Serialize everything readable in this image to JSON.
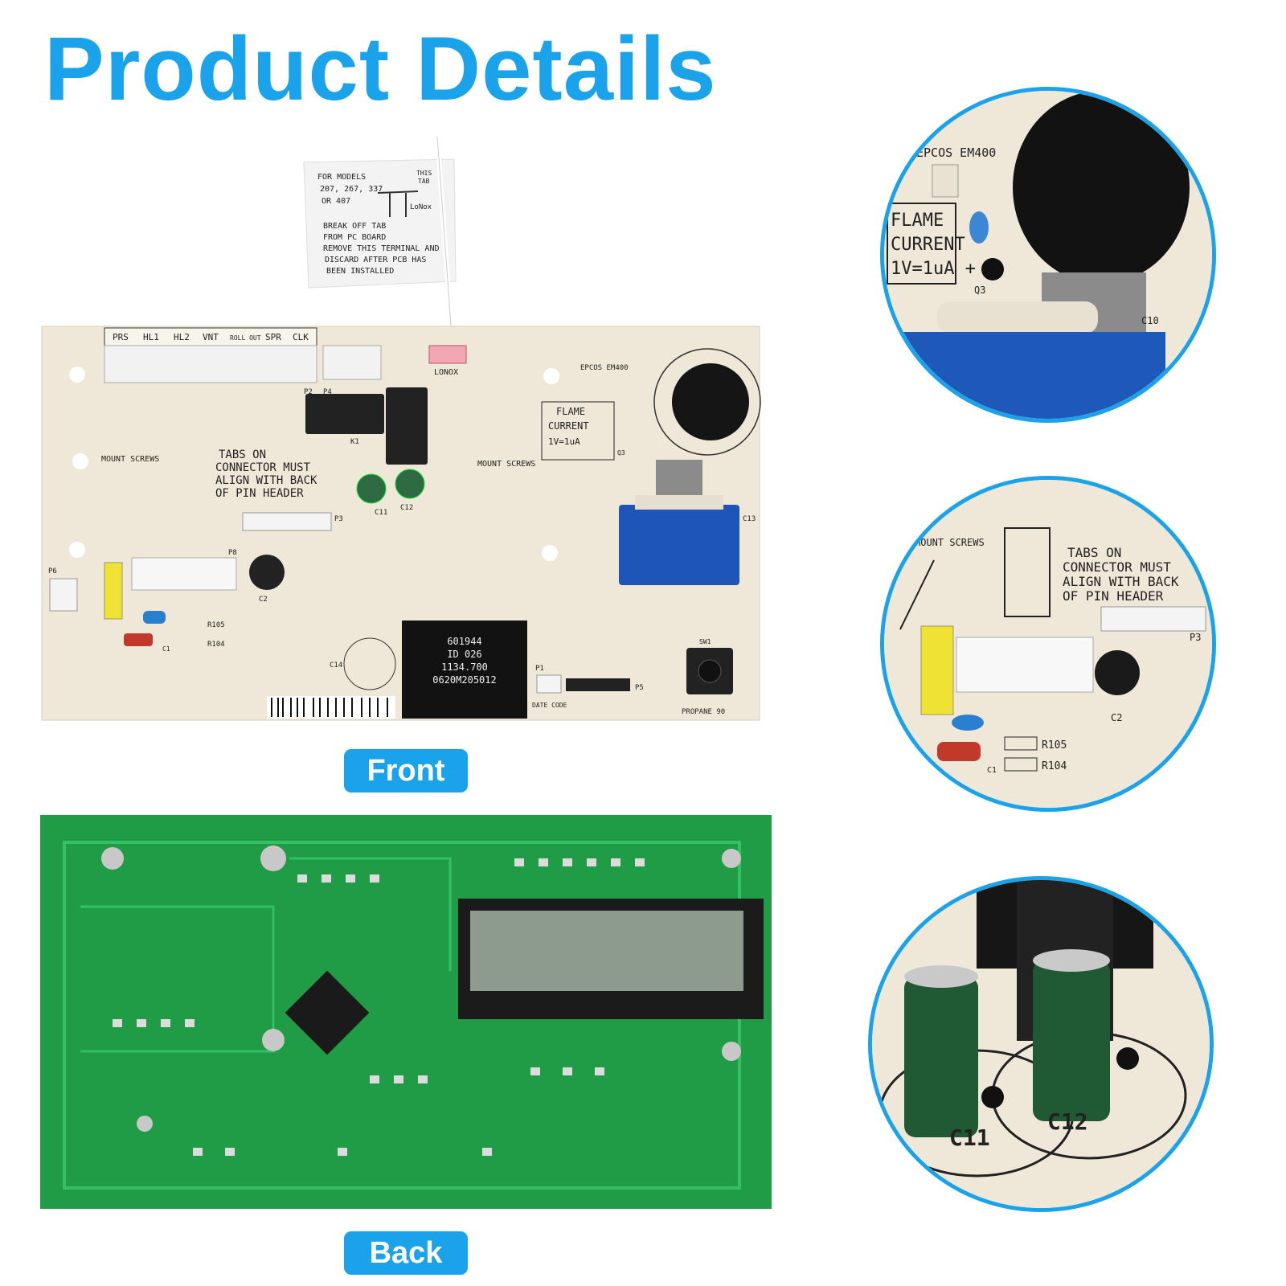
{
  "header": {
    "title": "Product Details"
  },
  "labels": {
    "front": "Front",
    "back": "Back"
  },
  "colors": {
    "accent": "#1aa3ea",
    "board_front": "#efe8d8",
    "board_back": "#1f9c45"
  },
  "tag": {
    "line1": "FOR MODELS",
    "line2": "207, 267, 337",
    "line3": "OR 407",
    "line4": "BREAK OFF TAB",
    "line5": "FROM PC BOARD",
    "line6": "REMOVE THIS TERMINAL AND",
    "line7": "DISCARD AFTER PCB HAS",
    "line8": "BEEN INSTALLED",
    "corner1": "THIS",
    "corner2": "TAB",
    "brand": "LoNox"
  },
  "front_board": {
    "connectors": [
      "PRS",
      "HL1",
      "HL2",
      "VNT",
      "ROLL OUT",
      "SPR",
      "CLK"
    ],
    "mount_screws": "MOUNT SCREWS",
    "tabs_note": [
      "TABS ON",
      "CONNECTOR MUST",
      "ALIGN WITH BACK",
      "OF PIN HEADER"
    ],
    "flame_box": [
      "FLAME",
      "CURRENT",
      "1V=1uA"
    ],
    "epcos": "EPCOS EM400",
    "chip_lines": [
      "601944",
      "ID 026",
      "1134.700",
      "0620M205012"
    ],
    "labels": {
      "p2": "P2",
      "p4": "P4",
      "p3": "P3",
      "p8": "P8",
      "p6": "P6",
      "p1": "P1",
      "p5": "P5",
      "k1": "K1",
      "c11": "C11",
      "c12": "C12",
      "c2": "C2",
      "c13": "C13",
      "c14": "C14",
      "r105": "R105",
      "r104": "R104",
      "c1": "C1",
      "sw1": "SW1",
      "q3": "Q3",
      "date_code": "DATE CODE",
      "propane": "PROPANE 90",
      "lonox": "LONOX"
    }
  },
  "zoom1": {
    "epcos": "EPCOS EM400",
    "lines": [
      "FLAME",
      "CURRENT",
      "1V=1uA +"
    ],
    "q3": "Q3",
    "c10": "C10"
  },
  "zoom2": {
    "mount": "MOUNT SCREWS",
    "tabs": [
      "TABS ON",
      "CONNECTOR MUST",
      "ALIGN WITH BACK",
      "OF PIN HEADER"
    ],
    "r105": "R105",
    "r104": "R104",
    "c1": "C1",
    "c2": "C2",
    "p3": "P3"
  },
  "zoom3": {
    "c11": "C11",
    "c12": "C12"
  }
}
